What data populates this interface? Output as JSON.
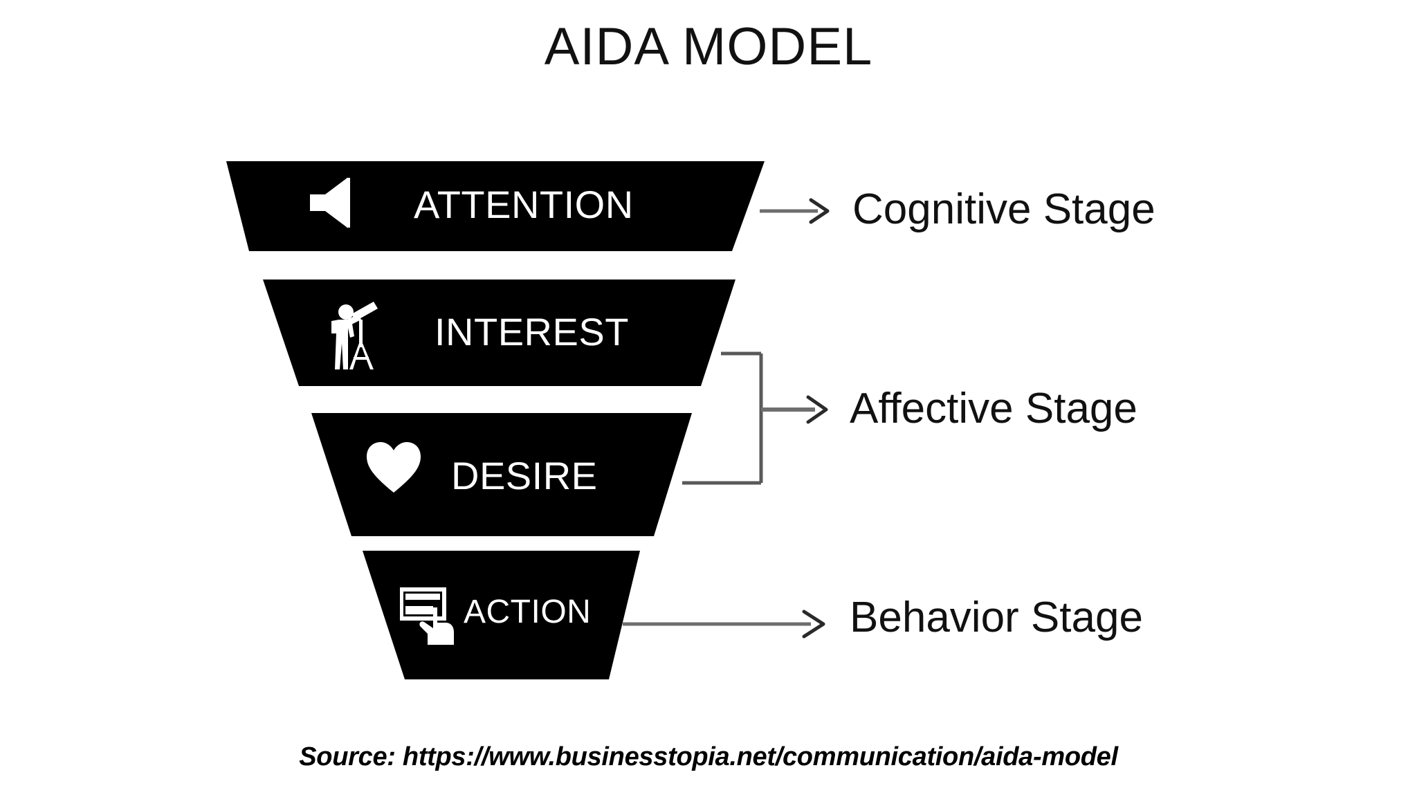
{
  "title": "AIDA MODEL",
  "colors": {
    "funnel_fill": "#000000",
    "background": "#ffffff",
    "text_dark": "#111111",
    "icon_white": "#ffffff",
    "connector_gray": "#6e6e6e",
    "bracket_gray": "#595959"
  },
  "funnel": {
    "bands": [
      {
        "key": "attention",
        "label": "ATTENTION",
        "icon": "speaker-icon",
        "stage": "Cognitive Stage"
      },
      {
        "key": "interest",
        "label": "INTEREST",
        "icon": "telescope-observer-icon",
        "stage": "Affective Stage"
      },
      {
        "key": "desire",
        "label": "DESIRE",
        "icon": "heart-icon",
        "stage": "Affective Stage"
      },
      {
        "key": "action",
        "label": "ACTION",
        "icon": "card-hand-click-icon",
        "stage": "Behavior Stage"
      }
    ]
  },
  "stages": [
    {
      "key": "cognitive",
      "label": "Cognitive Stage",
      "connector": "arrow",
      "maps_to": [
        "ATTENTION"
      ]
    },
    {
      "key": "affective",
      "label": "Affective Stage",
      "connector": "bracket-arrow",
      "maps_to": [
        "INTEREST",
        "DESIRE"
      ]
    },
    {
      "key": "behavior",
      "label": "Behavior Stage",
      "connector": "arrow",
      "maps_to": [
        "ACTION"
      ]
    }
  ],
  "source": {
    "text": "Source: https://www.businesstopia.net/communication/aida-model",
    "prefix": "Source:",
    "url": "https://www.businesstopia.net/communication/aida-model"
  }
}
